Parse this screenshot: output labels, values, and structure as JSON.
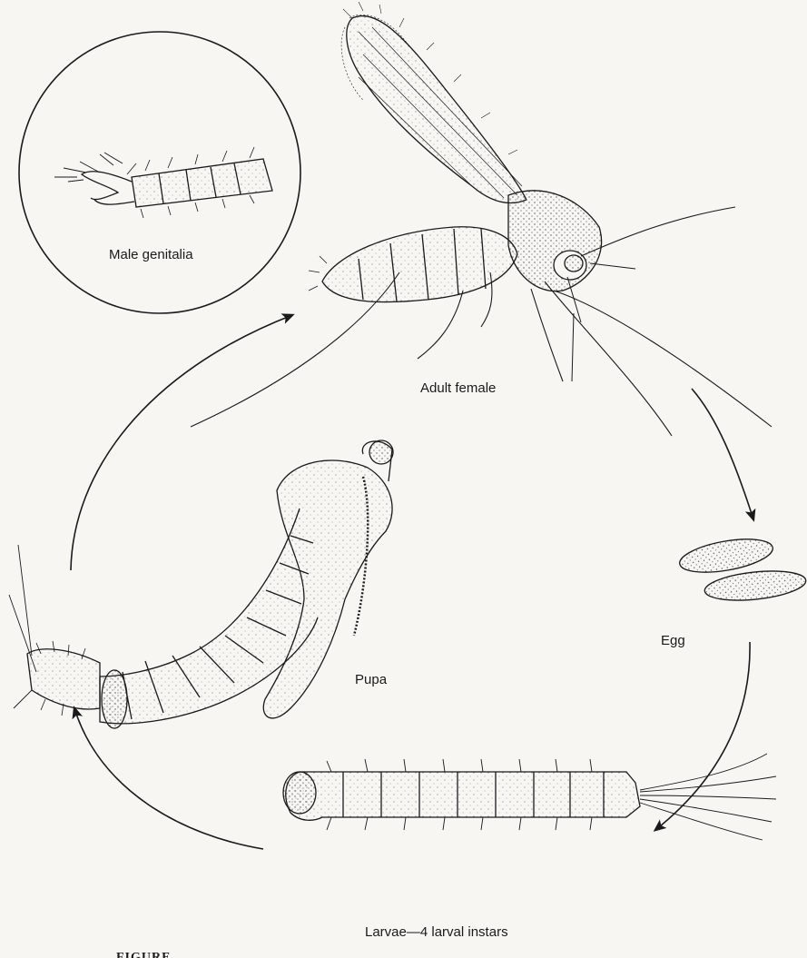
{
  "labels": {
    "male_genitalia": "Male genitalia",
    "adult_female": "Adult female",
    "egg": "Egg",
    "pupa": "Pupa",
    "larvae": "Larvae—4 larval instars",
    "figure_caption_partial": "FIGURE"
  },
  "colors": {
    "paper": "#f7f6f3",
    "ink": "#1a1a1a",
    "stipple": "#555555"
  }
}
